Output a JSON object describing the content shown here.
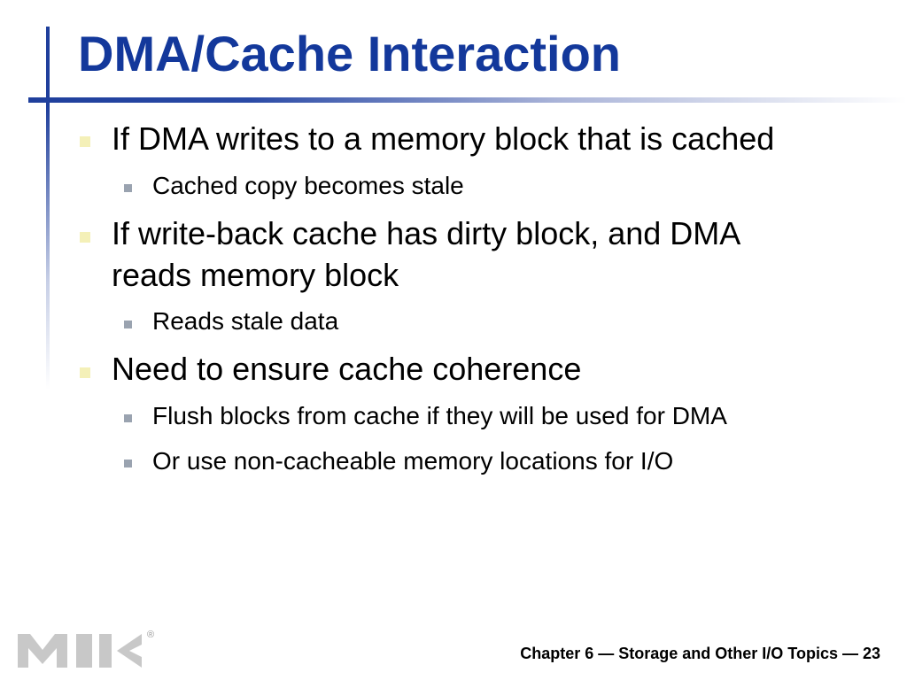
{
  "slide": {
    "title": "DMA/Cache Interaction",
    "bullets": [
      {
        "text": "If DMA writes to a memory block that is cached",
        "sub": [
          "Cached copy becomes stale"
        ]
      },
      {
        "text_line1": "If write-back cache has dirty block, and DMA",
        "text_line2": "reads memory block",
        "sub": [
          "Reads stale data"
        ]
      },
      {
        "text": "Need to ensure cache coherence",
        "sub": [
          "Flush blocks from cache if they will be used for DMA",
          "Or use non-cacheable memory locations for I/O"
        ]
      }
    ],
    "footer": "Chapter 6 — Storage and Other I/O Topics — 23",
    "logo_registered_mark": "®"
  },
  "colors": {
    "title": "#13389b",
    "accent_bar": "#1f3f9c",
    "bullet_level1": "#f4f0b8",
    "bullet_level2": "#9aa3b0",
    "logo_gray": "#c8c8c8"
  }
}
